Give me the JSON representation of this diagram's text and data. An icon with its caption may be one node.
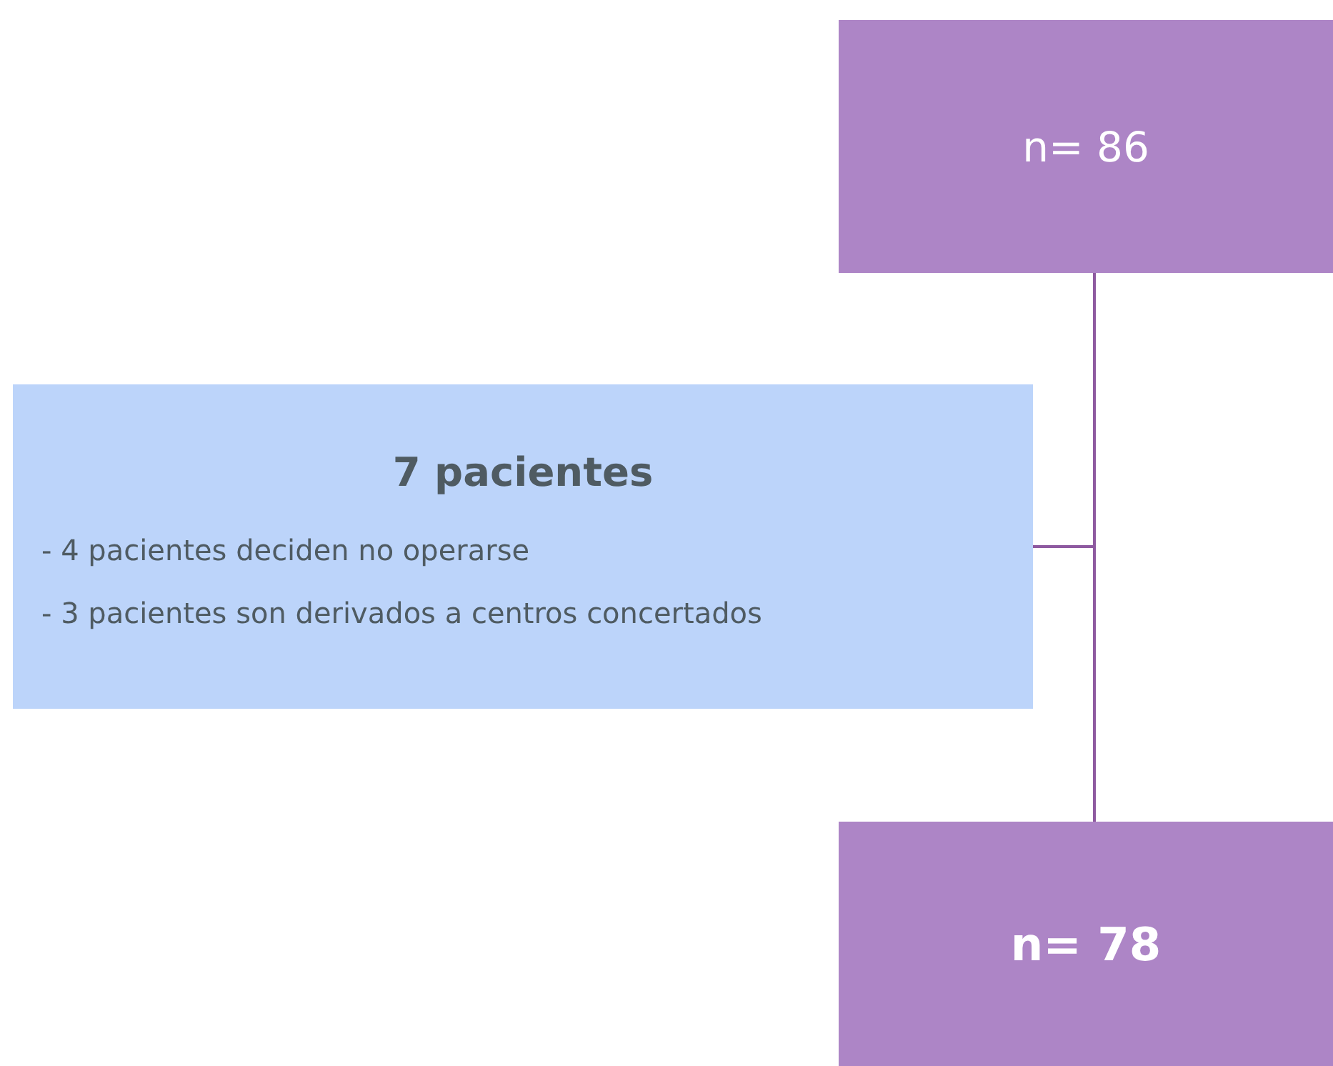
{
  "diagram": {
    "nodes": [
      {
        "text": [
          "n= 86"
        ]
      },
      {
        "text": [
          "7 pacientes",
          "- 4 pacientes deciden no operarse",
          "- 3 pacientes son derivados a centros concertados"
        ]
      },
      {
        "text": [
          "n= 78"
        ]
      }
    ],
    "edges": [
      {
        "from": 0,
        "to": 2,
        "arrow": "none"
      },
      {
        "from": 0,
        "to": 1,
        "arrow": "none"
      }
    ]
  }
}
